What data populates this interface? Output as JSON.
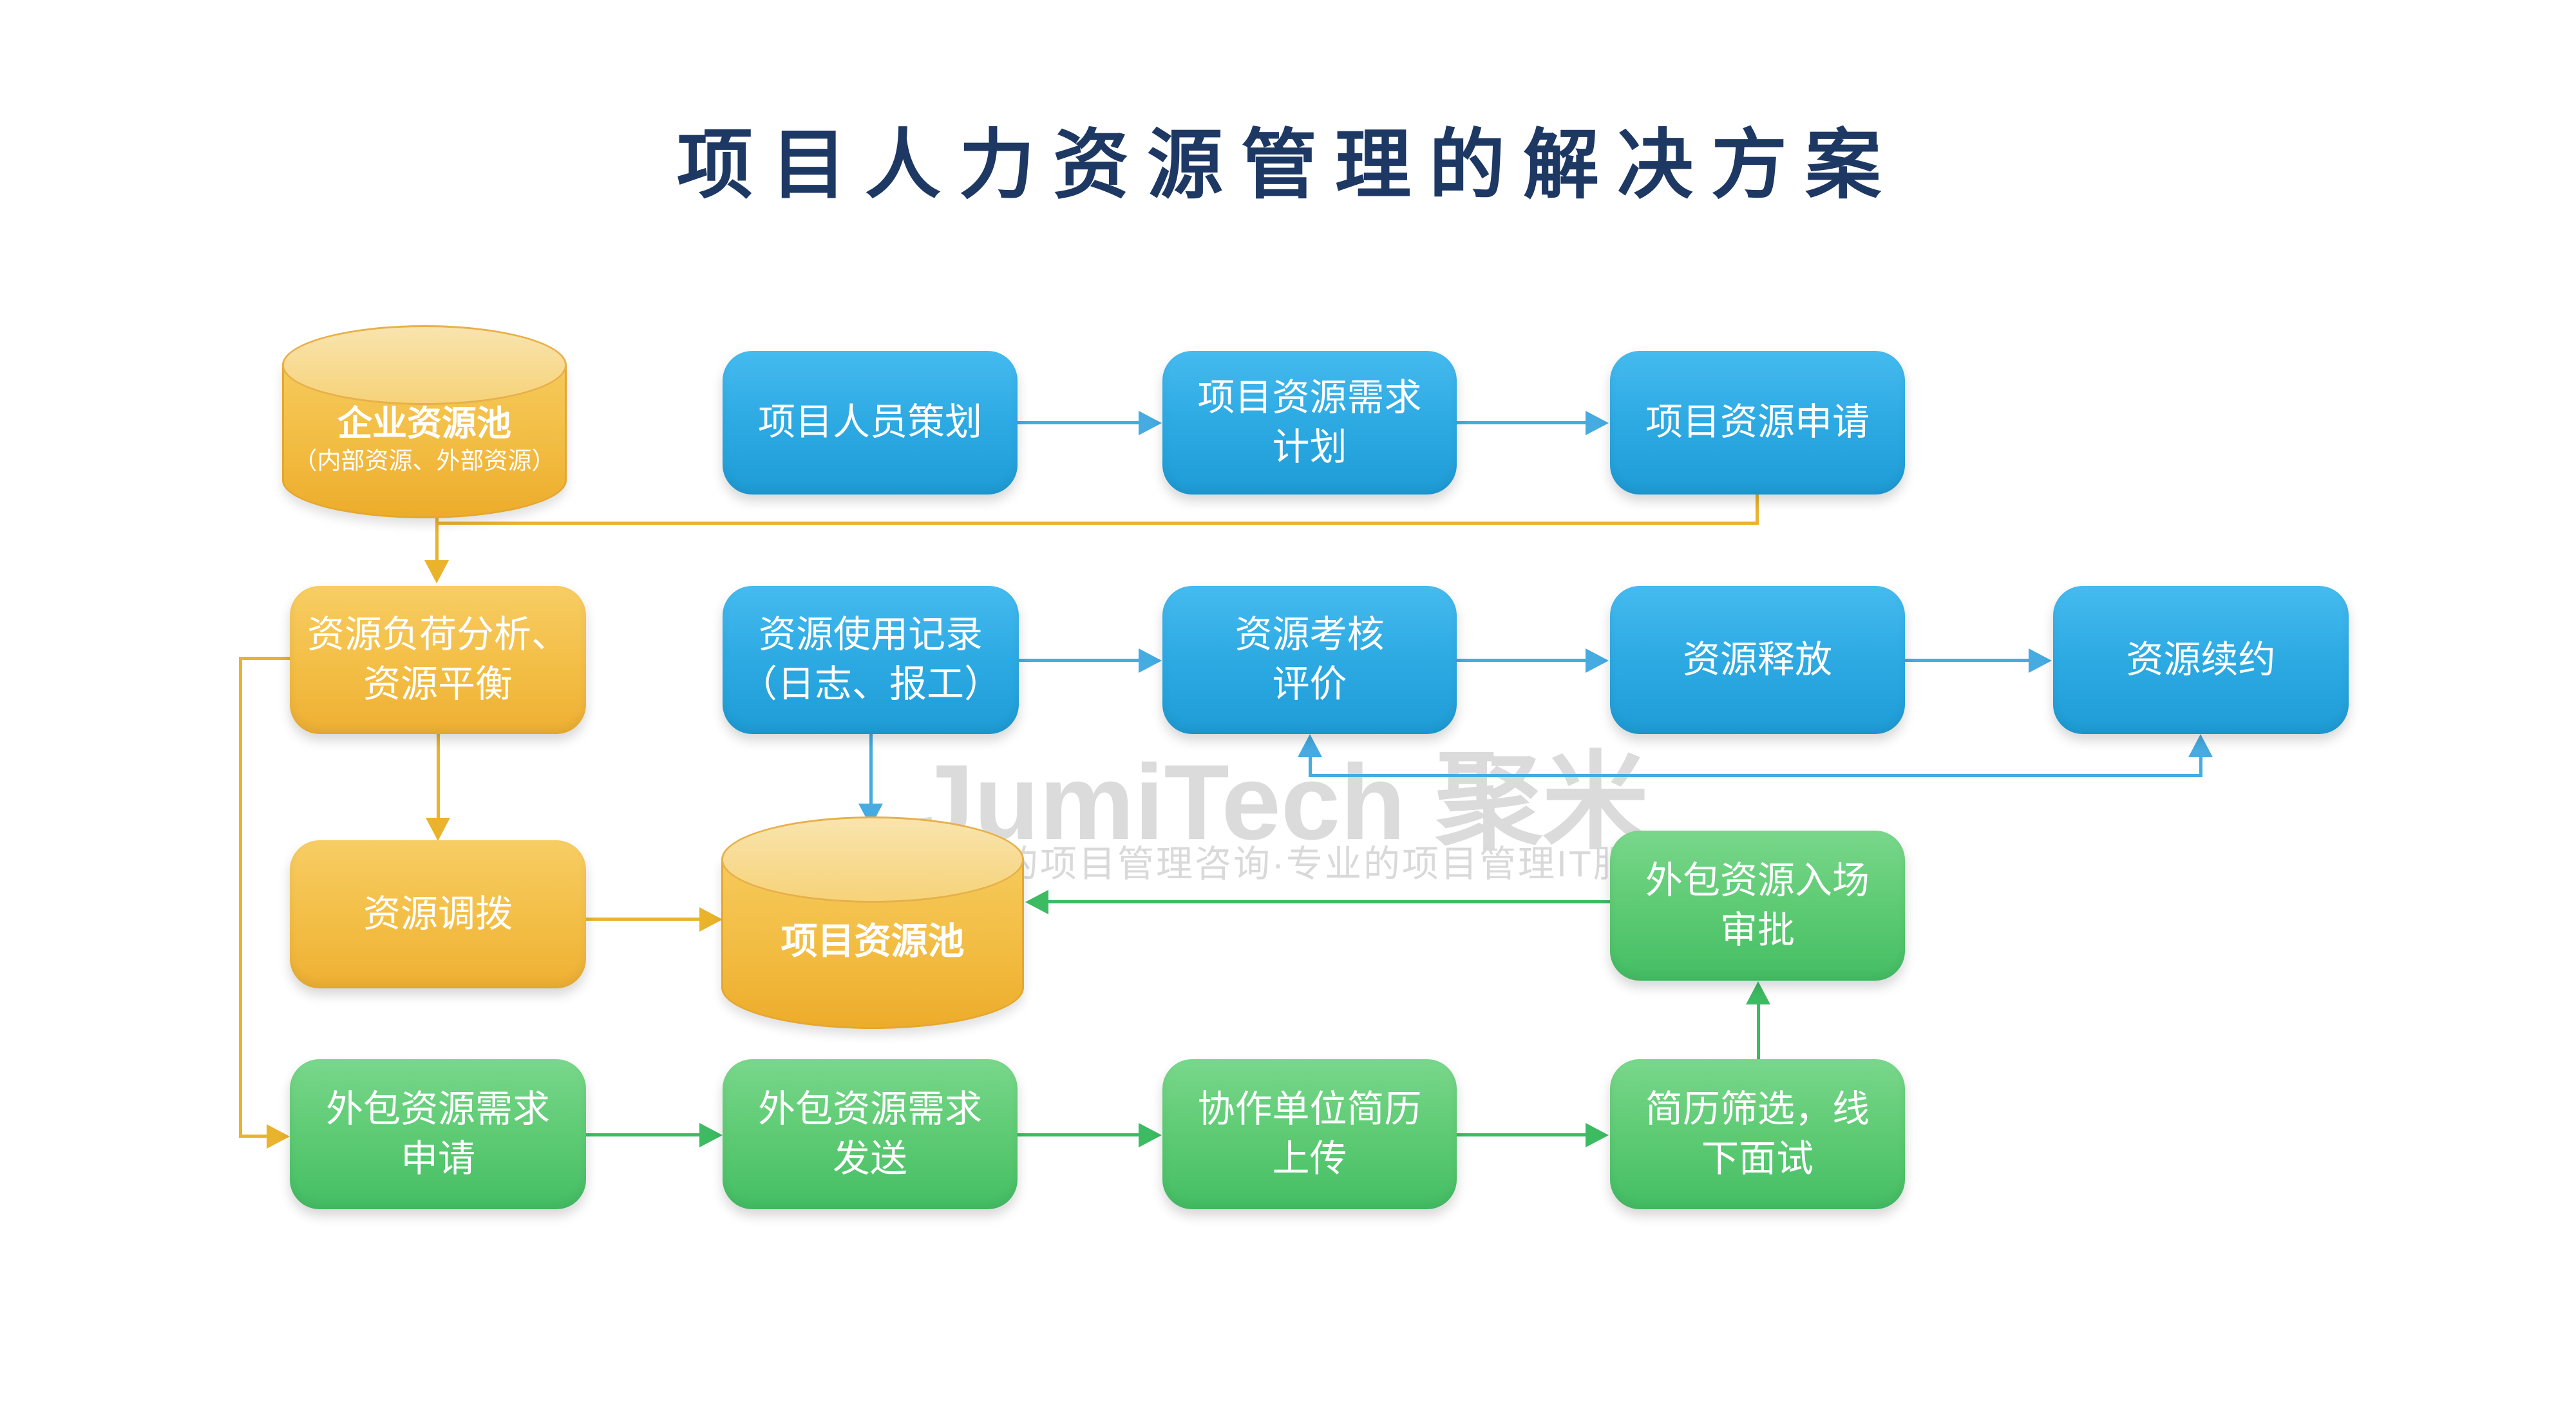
{
  "title": "项目人力资源管理的解决方案",
  "watermark": {
    "brand": "JumiTech 聚米",
    "tagline": "卓越的项目管理咨询·专业的项目管理IT服务"
  },
  "colors": {
    "title_navy": "#1E3864",
    "box_blue_top": "#45BBEF",
    "box_blue_bottom": "#1E9CD6",
    "box_orange_top": "#F7CD64",
    "box_orange_bottom": "#EEB034",
    "box_green_top": "#79D78B",
    "box_green_bottom": "#44BE64",
    "cylinder_body": "#F2BC42",
    "cylinder_top": "#F8DFA0",
    "line_yellow": "#E9B32C",
    "line_blue": "#45ABE1",
    "line_green": "#3DBB62",
    "watermark_gray": "#DBDBDB",
    "background": "#FFFFFF"
  },
  "nodes": {
    "enterprise_pool": {
      "label": "企业资源池",
      "sublabel": "（内部资源、外部资源）",
      "shape": "cylinder",
      "color": "orange"
    },
    "personnel_planning": {
      "label": "项目人员策划",
      "shape": "box",
      "color": "blue"
    },
    "resource_demand_plan": {
      "label": "项目资源需求\n计划",
      "shape": "box",
      "color": "blue"
    },
    "resource_apply": {
      "label": "项目资源申请",
      "shape": "box",
      "color": "blue"
    },
    "load_analysis": {
      "label": "资源负荷分析、\n资源平衡",
      "shape": "box",
      "color": "orange"
    },
    "usage_record": {
      "label": "资源使用记录\n（日志、报工）",
      "shape": "box",
      "color": "blue"
    },
    "assessment": {
      "label": "资源考核\n评价",
      "shape": "box",
      "color": "blue"
    },
    "release": {
      "label": "资源释放",
      "shape": "box",
      "color": "blue"
    },
    "renewal": {
      "label": "资源续约",
      "shape": "box",
      "color": "blue"
    },
    "allocation": {
      "label": "资源调拨",
      "shape": "box",
      "color": "orange"
    },
    "project_pool": {
      "label": "项目资源池",
      "shape": "cylinder",
      "color": "orange"
    },
    "entry_approval": {
      "label": "外包资源入场\n审批",
      "shape": "box",
      "color": "green"
    },
    "outsource_apply": {
      "label": "外包资源需求\n申请",
      "shape": "box",
      "color": "green"
    },
    "outsource_send": {
      "label": "外包资源需求\n发送",
      "shape": "box",
      "color": "green"
    },
    "partner_resume_upload": {
      "label": "协作单位简历\n上传",
      "shape": "box",
      "color": "green"
    },
    "resume_screening": {
      "label": "简历筛选，线\n下面试",
      "shape": "box",
      "color": "green"
    }
  }
}
